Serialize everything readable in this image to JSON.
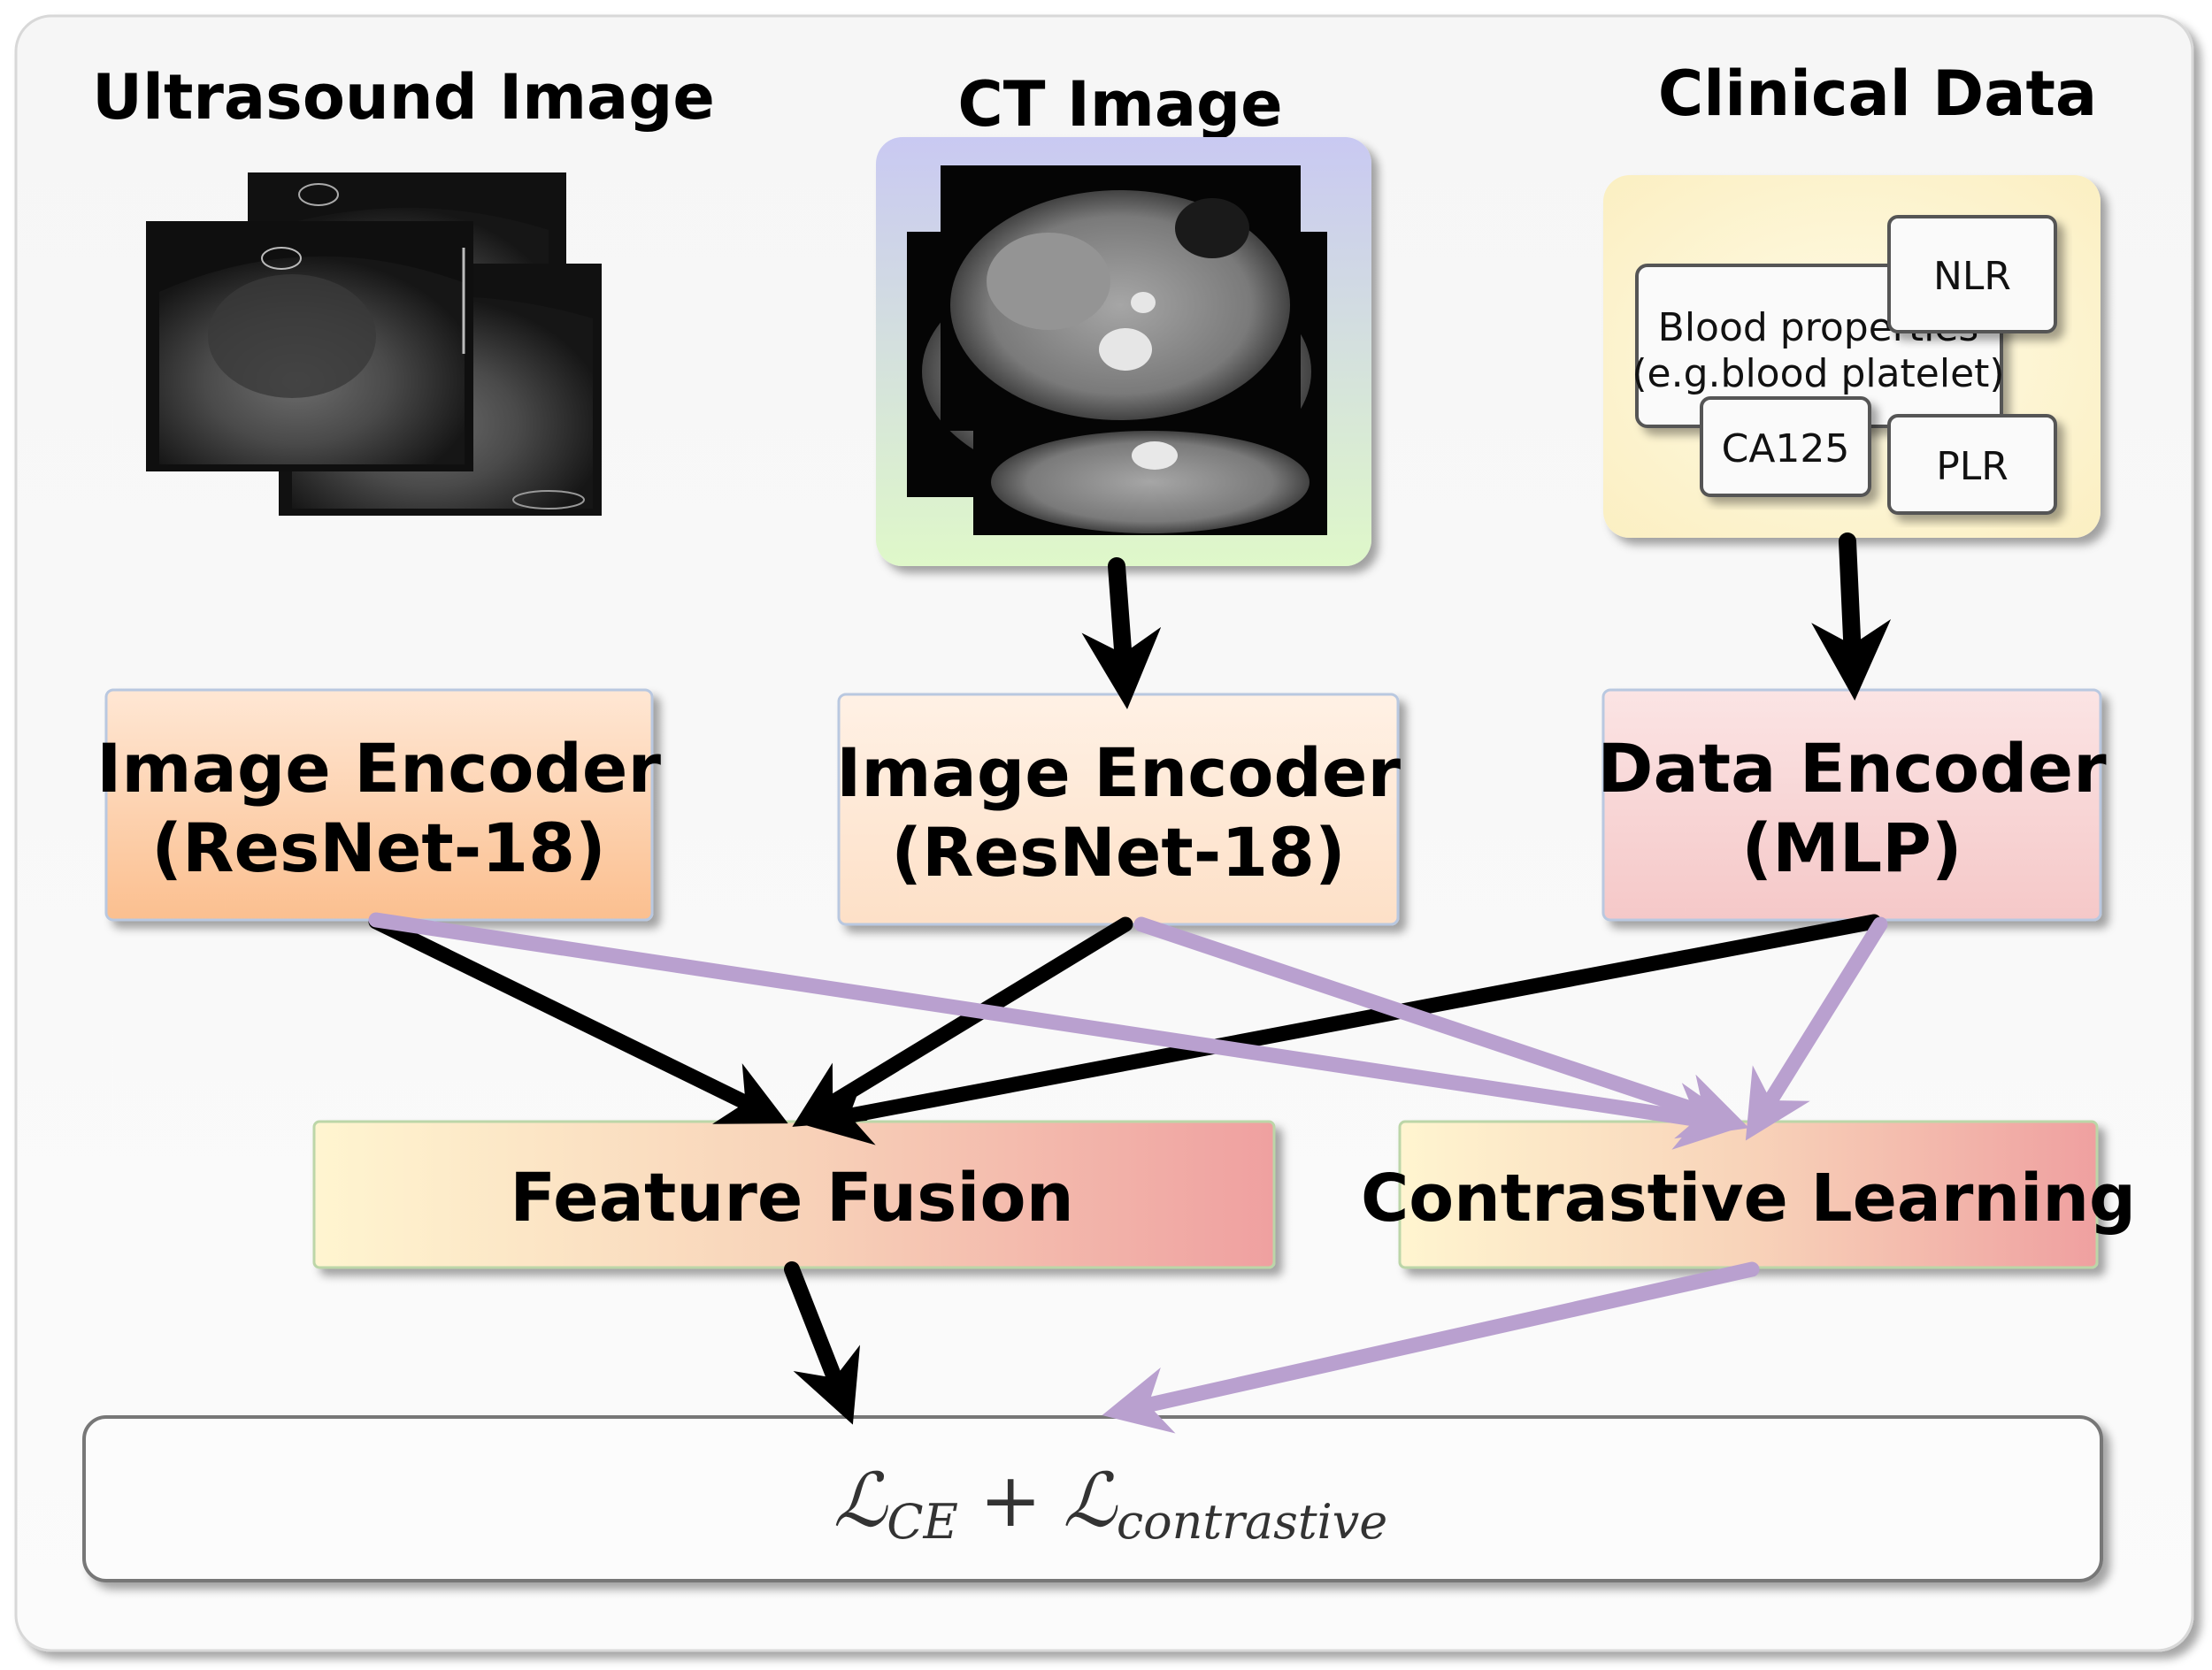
{
  "inputs": {
    "ultrasound_title": "Ultrasound Image",
    "ct_title": "CT Image",
    "clinical_title": "Clinical Data"
  },
  "clinical": {
    "blood_line1": "Blood properties",
    "blood_line2": "(e.g.blood platelet)",
    "nlr": "NLR",
    "ca125": "CA125",
    "plr": "PLR"
  },
  "encoders": {
    "us_line1": "Image Encoder",
    "us_line2": "(ResNet-18)",
    "ct_line1": "Image Encoder",
    "ct_line2": "(ResNet-18)",
    "data_line1": "Data Encoder",
    "data_line2": "(MLP)"
  },
  "modules": {
    "fusion": "Feature Fusion",
    "contrastive": "Contrastive Learning"
  },
  "loss": {
    "script": "ℒ",
    "sub1": "CE",
    "plus": "+",
    "sub2": "contrastive"
  },
  "colors": {
    "fusion_arrow": "#000000",
    "contrastive_arrow": "#b9a0cf"
  }
}
